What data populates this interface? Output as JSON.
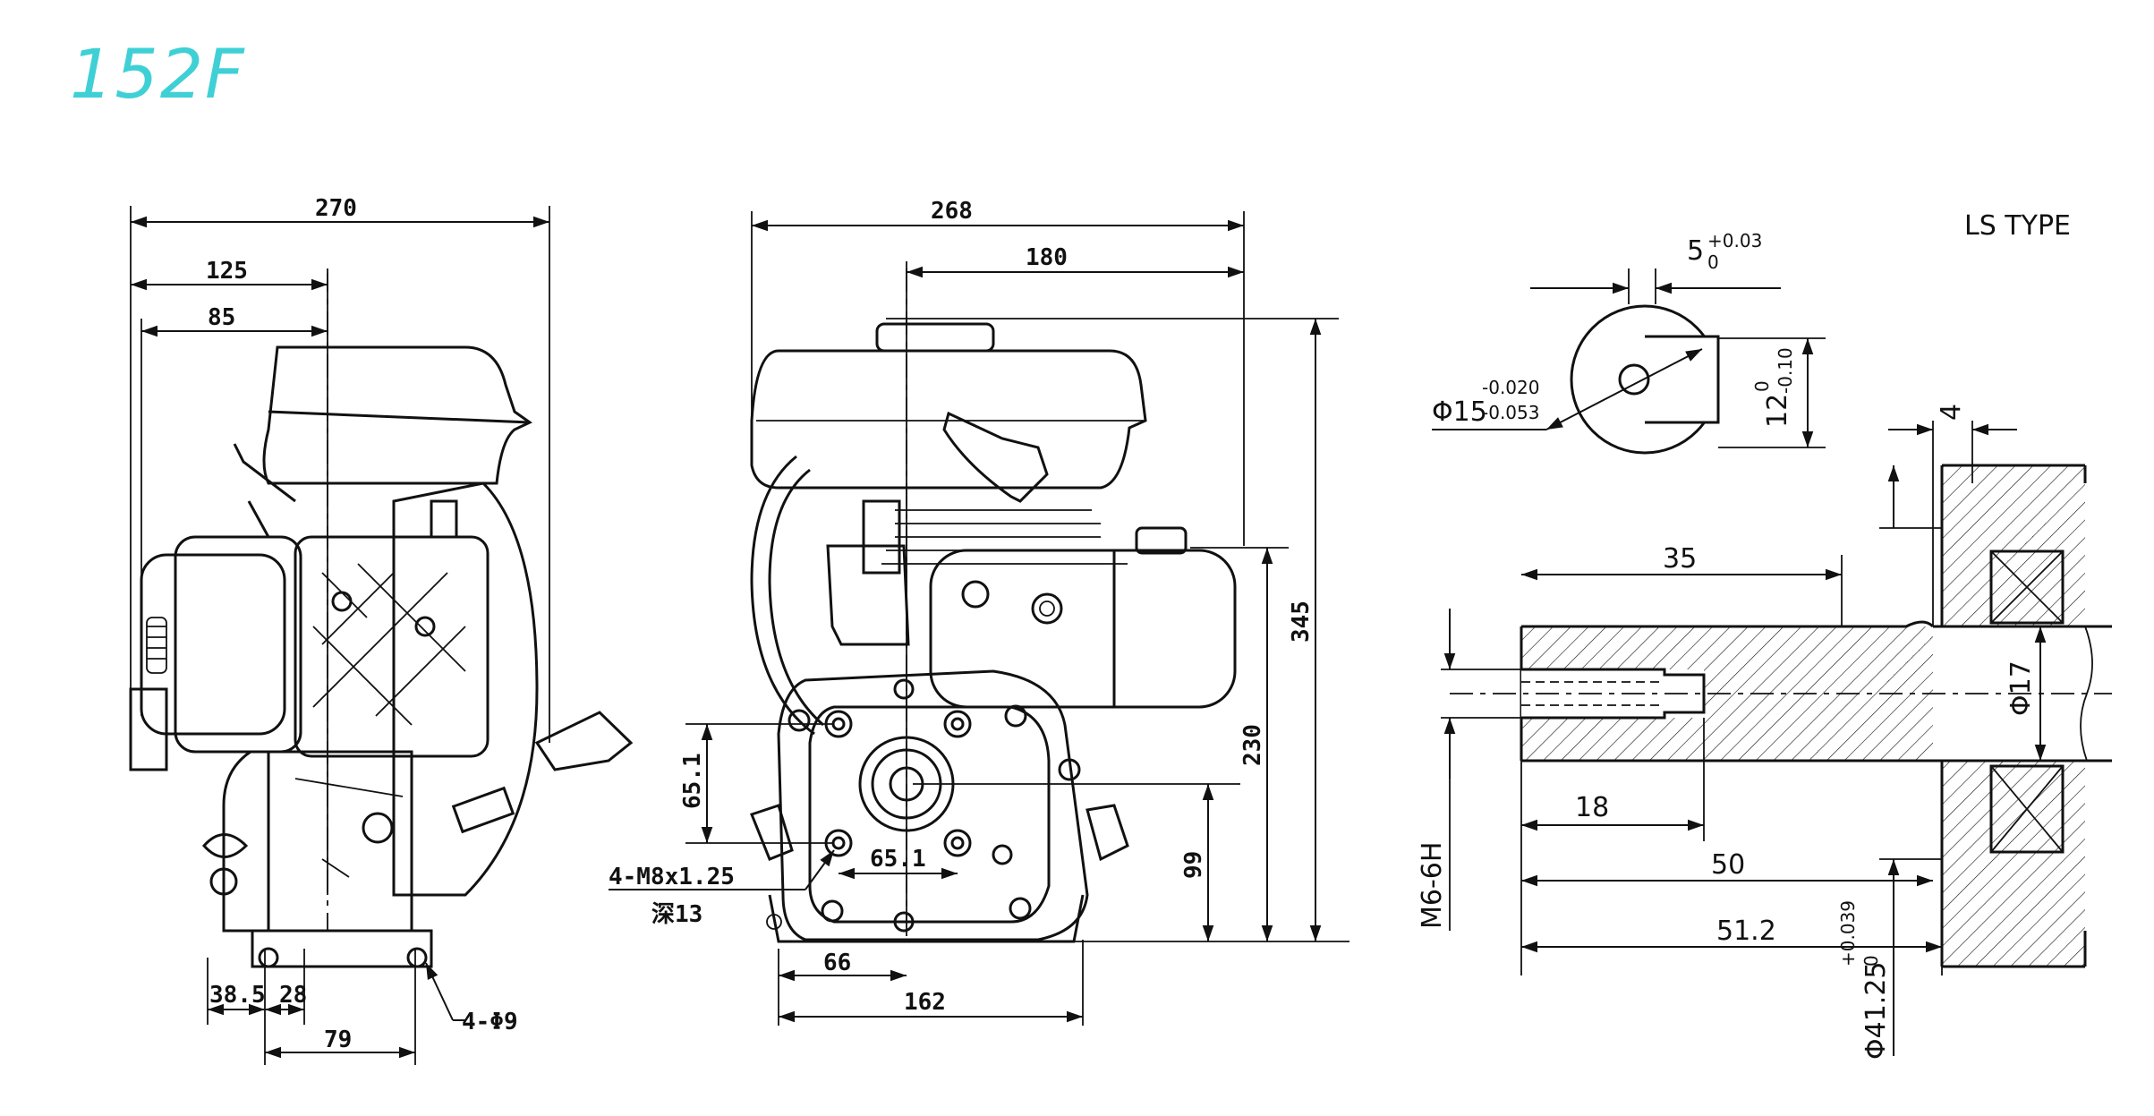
{
  "title": "152F",
  "title_color": "#3fd0d6",
  "views": {
    "side": {
      "dim_270": "270",
      "dim_125": "125",
      "dim_85": "85",
      "dim_38_5": "38.5",
      "dim_28": "28",
      "dim_79": "79",
      "holes": "4-Φ9"
    },
    "front": {
      "dim_268": "268",
      "dim_180": "180",
      "dim_345": "345",
      "dim_230": "230",
      "dim_99": "99",
      "dim_65_1_v": "65.1",
      "dim_65_1_h": "65.1",
      "thread": "4-M8x1.25",
      "depth": "深13",
      "dim_66": "66",
      "dim_162": "162"
    },
    "shaft": {
      "type_label": "LS TYPE",
      "key_width": "5",
      "key_width_tol_upper": "+0.03",
      "key_width_tol_lower": "0",
      "shaft_dia": "Φ15",
      "shaft_dia_tol_upper": "-0.020",
      "shaft_dia_tol_lower": "-0.053",
      "key_depth": "12",
      "key_depth_tol_upper": "0",
      "key_depth_tol_lower": "-0.10",
      "dim_4": "4",
      "dim_35": "35",
      "dim_17": "Φ17",
      "thread": "M6-6H",
      "dim_18": "18",
      "dim_50": "50",
      "dim_51_2": "51.2",
      "flange_dia": "Φ41.25",
      "flange_tol_upper": "+0.039",
      "flange_tol_lower": "0"
    }
  }
}
